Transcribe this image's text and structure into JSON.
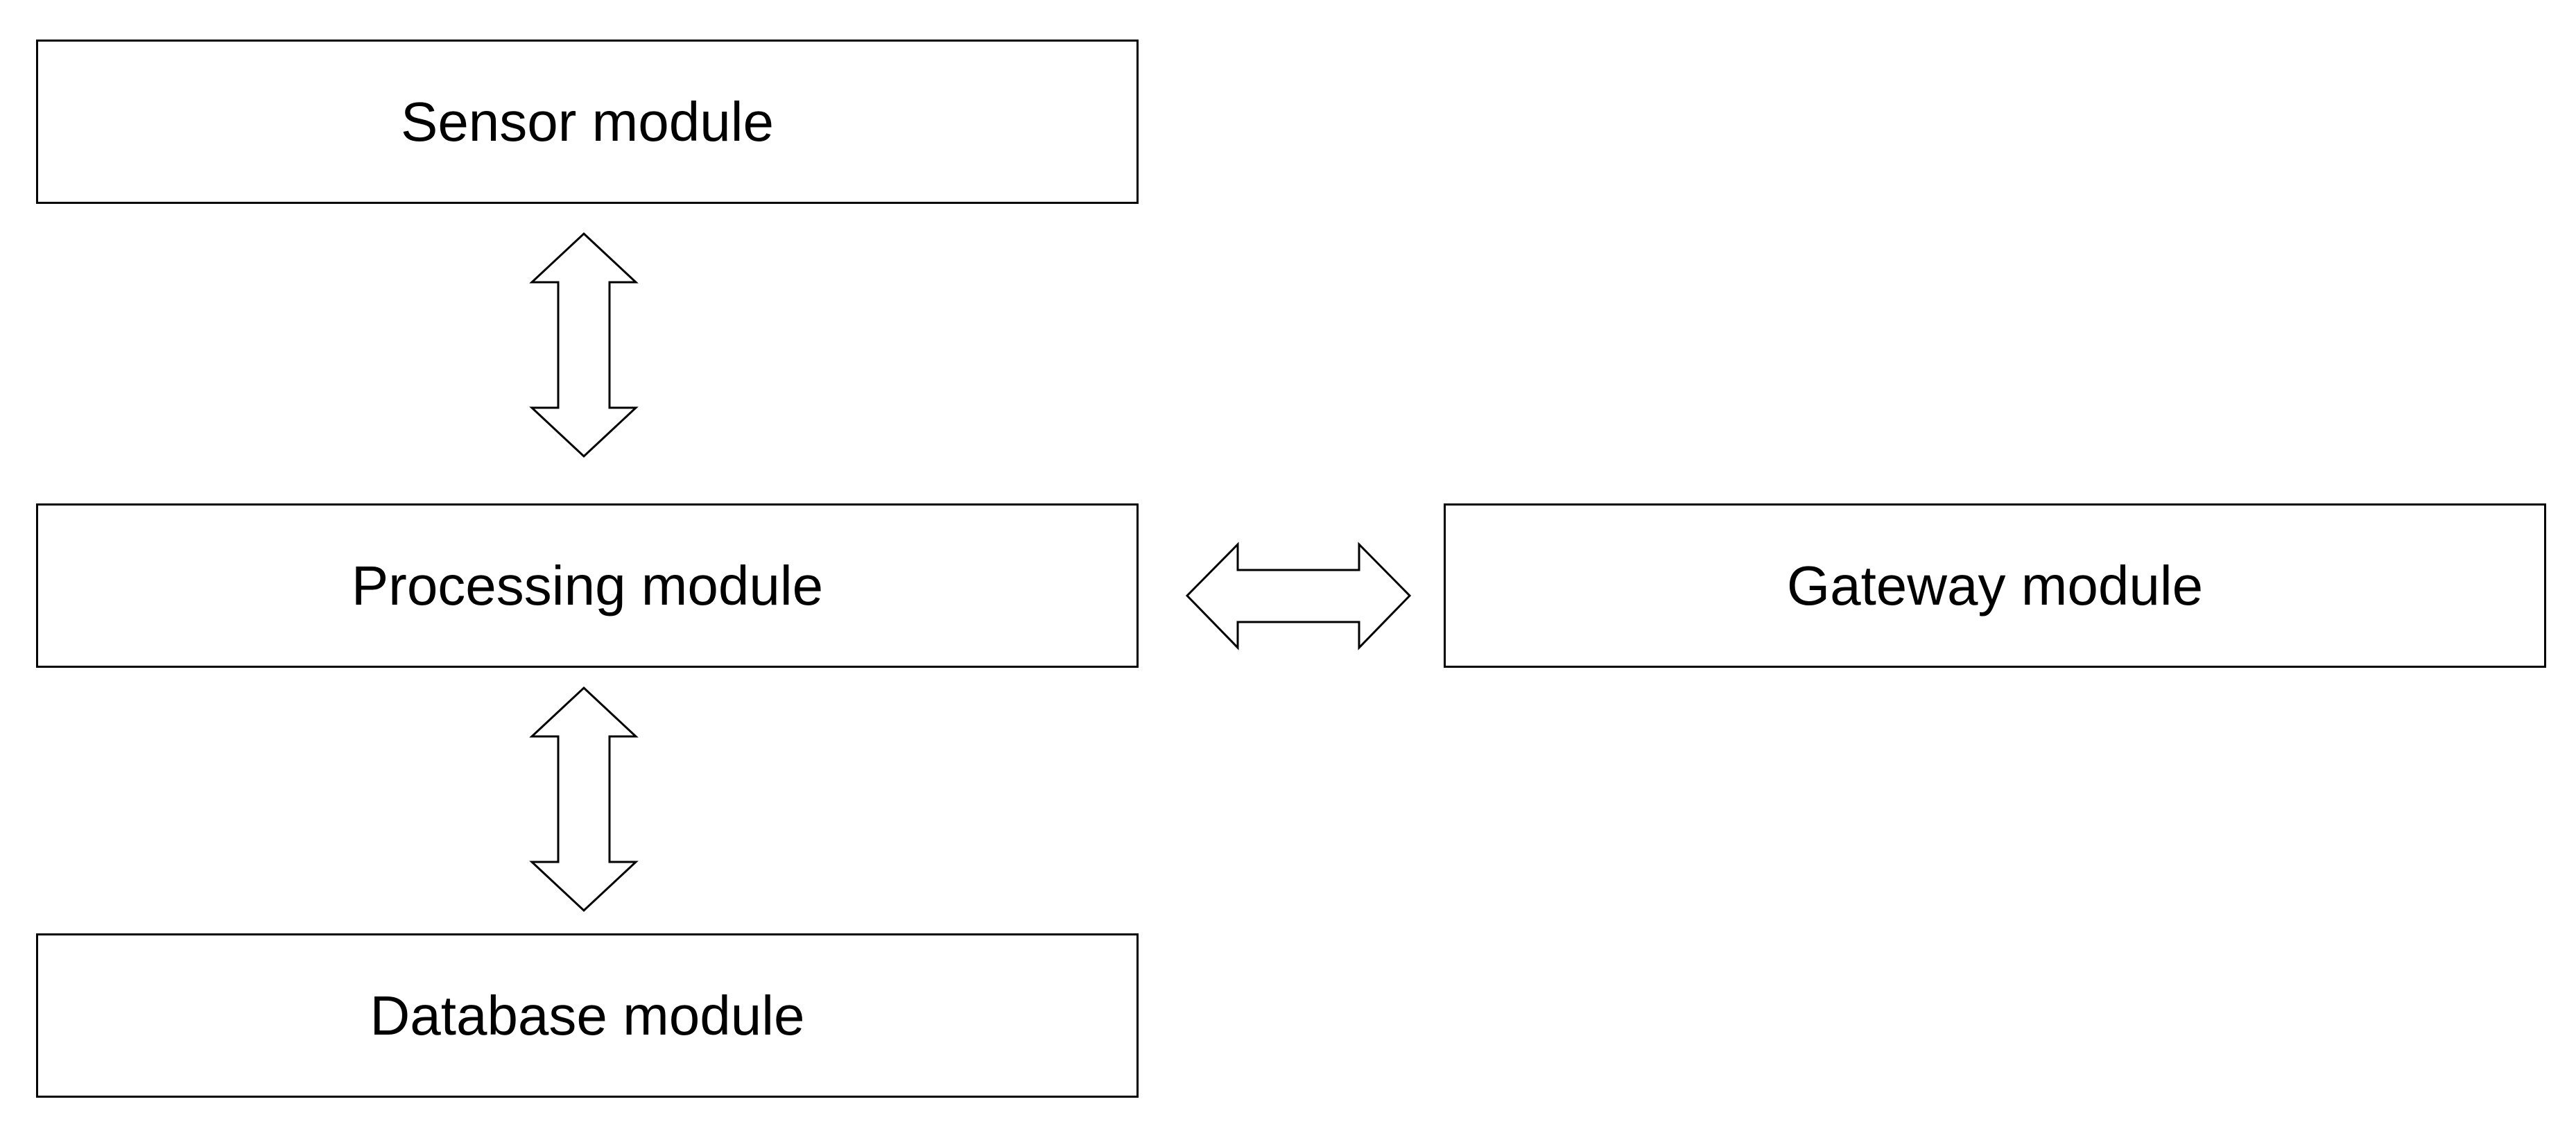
{
  "diagram": {
    "modules": {
      "sensor": {
        "label": "Sensor module"
      },
      "processing": {
        "label": "Processing module"
      },
      "gateway": {
        "label": "Gateway module"
      },
      "database": {
        "label": "Database module"
      }
    },
    "connections": [
      {
        "from": "sensor",
        "to": "processing",
        "type": "bidirectional"
      },
      {
        "from": "processing",
        "to": "database",
        "type": "bidirectional"
      },
      {
        "from": "processing",
        "to": "gateway",
        "type": "bidirectional"
      }
    ],
    "colors": {
      "border": "#000000",
      "fill": "#ffffff",
      "text": "#000000"
    }
  }
}
